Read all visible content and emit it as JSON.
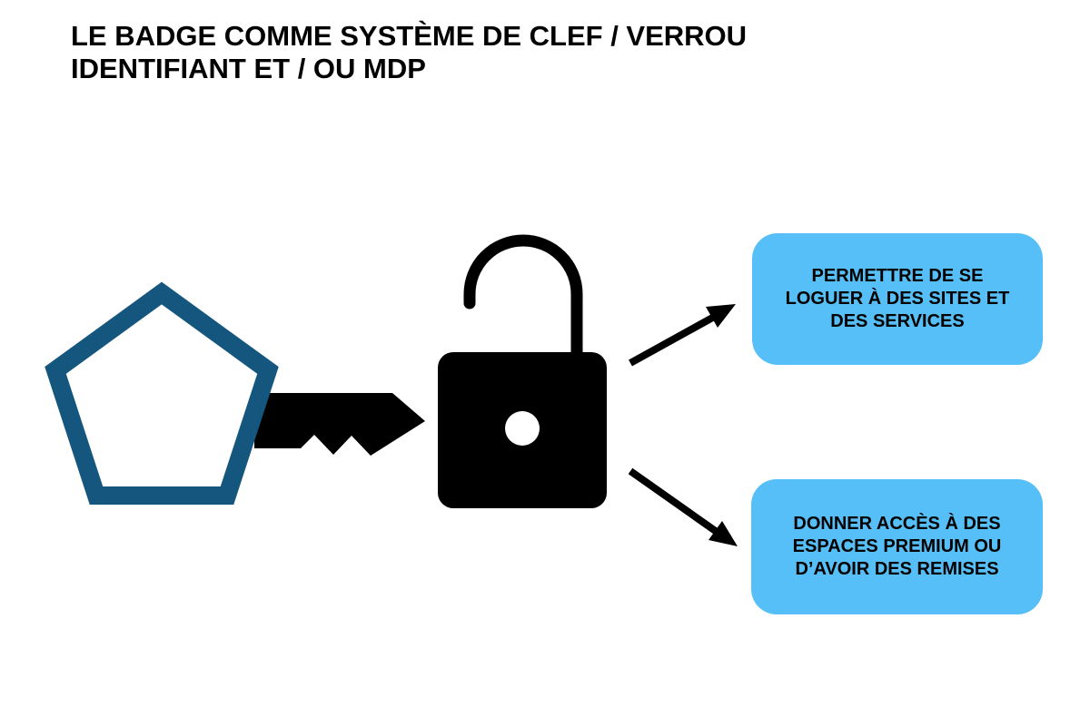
{
  "title": {
    "line1": "LE BADGE COMME SYSTÈME DE CLEF / VERROU",
    "line2": "IDENTIFIANT ET / OU MDP"
  },
  "theme": {
    "bg": "#ffffff",
    "ink": "#000000",
    "pentagon-blue": "#15567F",
    "callout-blue": "#57BFF7"
  },
  "diagram": {
    "icons": [
      "pentagon-key-icon",
      "open-padlock-icon",
      "arrow-up-right-icon",
      "arrow-down-right-icon"
    ]
  },
  "callouts": [
    {
      "lines": [
        "PERMETTRE DE SE",
        "LOGUER À DES SITES ET",
        "DES SERVICES"
      ]
    },
    {
      "lines": [
        "DONNER ACCÈS À DES",
        "ESPACES PREMIUM OU",
        "D’AVOIR DES REMISES"
      ]
    }
  ]
}
